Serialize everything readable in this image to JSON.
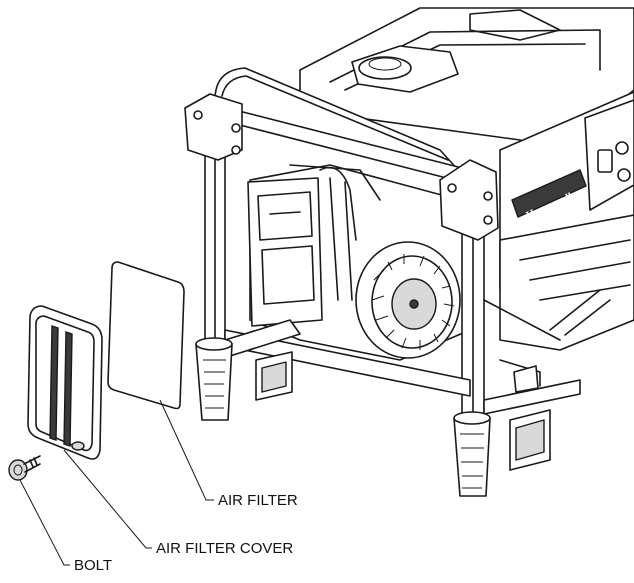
{
  "brand": {
    "name": "Honeywell"
  },
  "labels": {
    "air_filter": "AIR FILTER",
    "air_filter_cover": "AIR FILTER COVER",
    "bolt": "BOLT"
  }
}
